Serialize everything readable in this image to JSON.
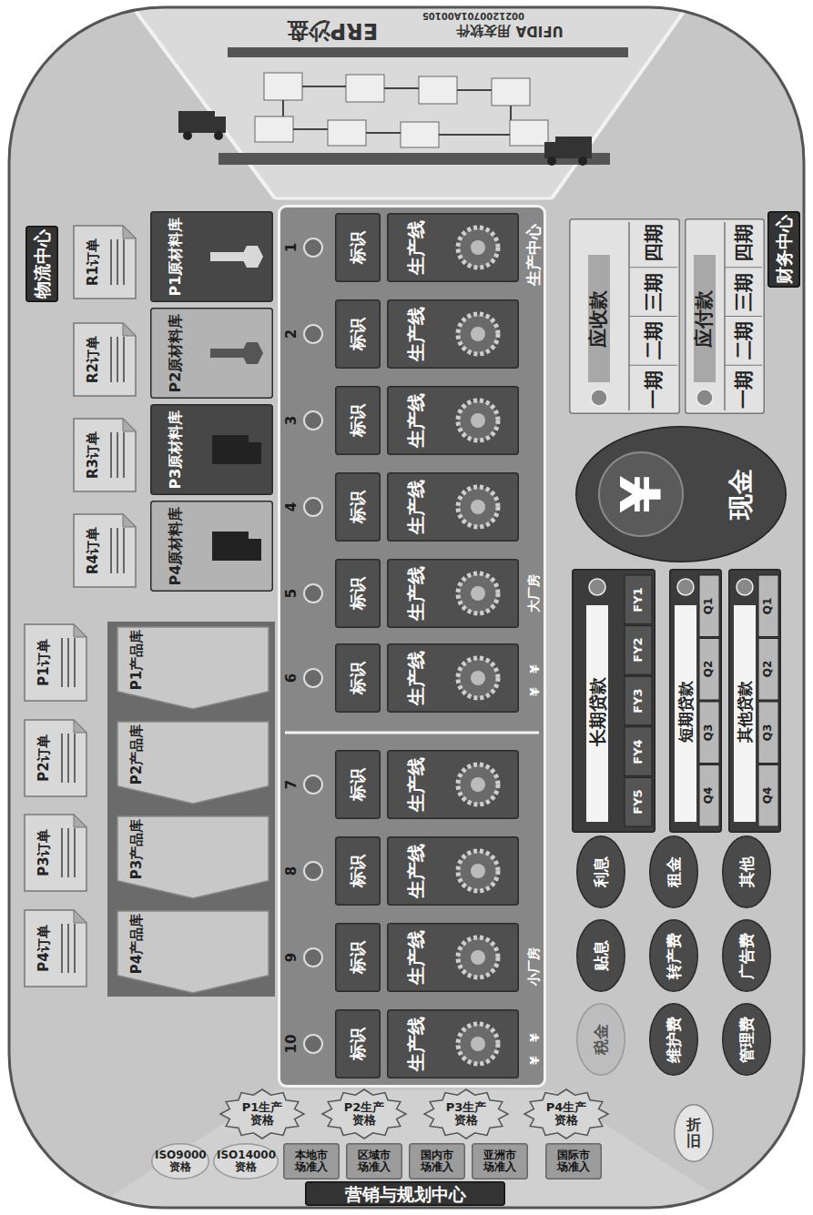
{
  "diagram": {
    "nodes": [
      {
        "text": [
          "财务中心"
        ]
      },
      {
        "text": [
          "应收款",
          "一期",
          "二期",
          "三期",
          "四期"
        ]
      },
      {
        "text": [
          "应付款",
          "一期",
          "二期",
          "三期",
          "四期"
        ]
      },
      {
        "text": [
          "¥",
          "现金"
        ]
      },
      {
        "text": [
          "长期贷款",
          "FY1",
          "FY2",
          "FY3",
          "FY4",
          "FY5"
        ]
      },
      {
        "text": [
          "短期贷款",
          "Q1",
          "Q2",
          "Q3",
          "Q4"
        ]
      },
      {
        "text": [
          "其他贷款",
          "Q1",
          "Q2",
          "Q3",
          "Q4"
        ]
      },
      {
        "text": [
          "利息"
        ]
      },
      {
        "text": [
          "租金"
        ]
      },
      {
        "text": [
          "其他"
        ]
      },
      {
        "text": [
          "贴息"
        ]
      },
      {
        "text": [
          "转产费"
        ]
      },
      {
        "text": [
          "广告费"
        ]
      },
      {
        "text": [
          "税金"
        ]
      },
      {
        "text": [
          "维护费"
        ]
      },
      {
        "text": [
          "管理费"
        ]
      },
      {
        "text": [
          "折旧"
        ]
      },
      {
        "text": [
          "生产中心"
        ]
      },
      {
        "text": [
          "标识"
        ],
        "in": 17
      },
      {
        "text": [
          "生产线"
        ],
        "in": 17
      },
      {
        "text": [
          "标识"
        ],
        "in": 17
      },
      {
        "text": [
          "生产线"
        ],
        "in": 17
      },
      {
        "text": [
          "标识"
        ],
        "in": 17
      },
      {
        "text": [
          "生产线"
        ],
        "in": 17
      },
      {
        "text": [
          "标识"
        ],
        "in": 17
      },
      {
        "text": [
          "生产线"
        ],
        "in": 17
      },
      {
        "text": [
          "标识"
        ],
        "in": 17
      },
      {
        "text": [
          "生产线"
        ],
        "in": 17
      },
      {
        "text": [
          "标识"
        ],
        "in": 17
      },
      {
        "text": [
          "生产线"
        ],
        "in": 17
      },
      {
        "text": [
          "标识"
        ],
        "in": 17
      },
      {
        "text": [
          "生产线"
        ],
        "in": 17
      },
      {
        "text": [
          "标识"
        ],
        "in": 17
      },
      {
        "text": [
          "生产线"
        ],
        "in": 17
      },
      {
        "text": [
          "标识"
        ],
        "in": 17
      },
      {
        "text": [
          "生产线"
        ],
        "in": 17
      },
      {
        "text": [
          "标识"
        ],
        "in": 17
      },
      {
        "text": [
          "生产线"
        ],
        "in": 17
      },
      {
        "text": [
          "物流中心"
        ]
      },
      {
        "text": [
          "R1订单"
        ]
      },
      {
        "text": [
          "R2订单"
        ]
      },
      {
        "text": [
          "R3订单"
        ]
      },
      {
        "text": [
          "R4订单"
        ]
      },
      {
        "text": [
          "P1原材料库"
        ]
      },
      {
        "text": [
          "P2原材料库"
        ]
      },
      {
        "text": [
          "P3原材料库"
        ]
      },
      {
        "text": [
          "P4原材料库"
        ]
      },
      {
        "text": [
          "P1订单"
        ]
      },
      {
        "text": [
          "P2订单"
        ]
      },
      {
        "text": [
          "P3订单"
        ]
      },
      {
        "text": [
          "P4订单"
        ]
      },
      {
        "text": [
          "P1产品库"
        ]
      },
      {
        "text": [
          "P2产品库"
        ]
      },
      {
        "text": [
          "P3产品库"
        ]
      },
      {
        "text": [
          "P4产品库"
        ]
      },
      {
        "text": [
          "P1生产 资格"
        ]
      },
      {
        "text": [
          "P2生产 资格"
        ]
      },
      {
        "text": [
          "P3生产 资格"
        ]
      },
      {
        "text": [
          "P4生产 资格"
        ]
      },
      {
        "text": [
          "ISO9000 资格"
        ]
      },
      {
        "text": [
          "ISO14000 资格"
        ]
      },
      {
        "text": [
          "本地市 场准入"
        ]
      },
      {
        "text": [
          "区域市 场准入"
        ]
      },
      {
        "text": [
          "国内市 场准入"
        ]
      },
      {
        "text": [
          "亚洲市 场准入"
        ]
      },
      {
        "text": [
          "国际市 场准入"
        ]
      },
      {
        "text": [
          "营销与规划中心"
        ]
      }
    ],
    "labels": [
      "ERP沙盘",
      "UFIDA 用友软件",
      "0021200701A00105",
      "1",
      "2",
      "3",
      "4",
      "5",
      "6",
      "7",
      "8",
      "9",
      "10",
      "大厂房",
      "¥",
      "¥",
      "小厂房",
      "¥",
      "¥"
    ]
  }
}
